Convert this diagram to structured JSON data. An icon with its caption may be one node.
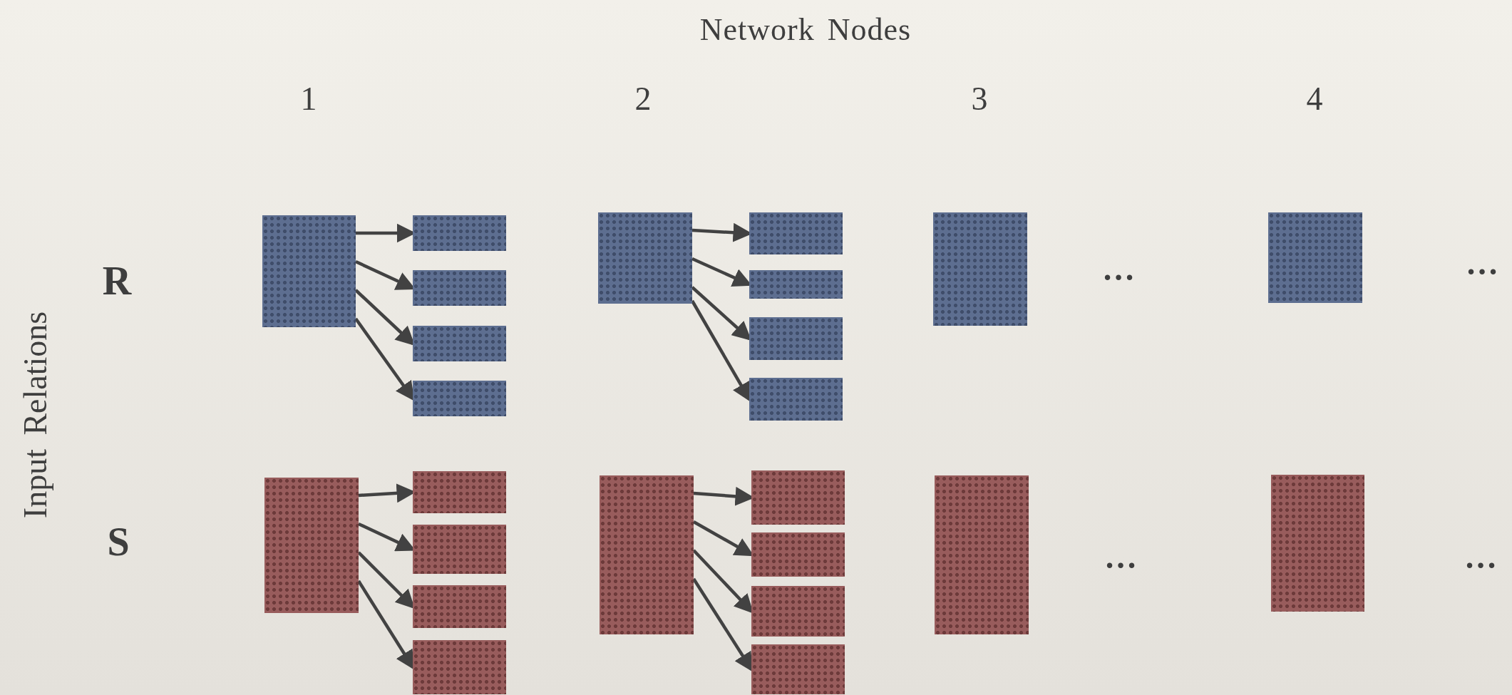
{
  "diagram": {
    "title": "Network Nodes",
    "nodes": [
      {
        "text": [],
        "shape": "box"
      },
      {
        "text": [],
        "shape": "box"
      },
      {
        "text": [],
        "shape": "box"
      },
      {
        "text": [],
        "shape": "box"
      },
      {
        "text": [],
        "shape": "box"
      },
      {
        "text": [],
        "shape": "box"
      },
      {
        "text": [],
        "shape": "box"
      },
      {
        "text": [],
        "shape": "box"
      },
      {
        "text": [],
        "shape": "box"
      },
      {
        "text": [],
        "shape": "box"
      },
      {
        "text": [],
        "shape": "box"
      },
      {
        "text": [],
        "shape": "box"
      },
      {
        "text": [],
        "shape": "box"
      },
      {
        "text": [],
        "shape": "box"
      },
      {
        "text": [],
        "shape": "box"
      },
      {
        "text": [],
        "shape": "box"
      },
      {
        "text": [],
        "shape": "box"
      },
      {
        "text": [],
        "shape": "box"
      },
      {
        "text": [],
        "shape": "box"
      },
      {
        "text": [],
        "shape": "box"
      },
      {
        "text": [],
        "shape": "box"
      },
      {
        "text": [],
        "shape": "box"
      },
      {
        "text": [],
        "shape": "box"
      },
      {
        "text": [],
        "shape": "box"
      }
    ],
    "edges": [
      {
        "from": 0,
        "to": 1,
        "arrow": "to"
      },
      {
        "from": 0,
        "to": 2,
        "arrow": "to"
      },
      {
        "from": 0,
        "to": 3,
        "arrow": "to"
      },
      {
        "from": 0,
        "to": 4,
        "arrow": "to"
      },
      {
        "from": 5,
        "to": 6,
        "arrow": "to"
      },
      {
        "from": 5,
        "to": 7,
        "arrow": "to"
      },
      {
        "from": 5,
        "to": 8,
        "arrow": "to"
      },
      {
        "from": 5,
        "to": 9,
        "arrow": "to"
      },
      {
        "from": 12,
        "to": 13,
        "arrow": "to"
      },
      {
        "from": 12,
        "to": 14,
        "arrow": "to"
      },
      {
        "from": 12,
        "to": 15,
        "arrow": "to"
      },
      {
        "from": 12,
        "to": 16,
        "arrow": "to"
      },
      {
        "from": 17,
        "to": 18,
        "arrow": "to"
      },
      {
        "from": 17,
        "to": 19,
        "arrow": "to"
      },
      {
        "from": 17,
        "to": 20,
        "arrow": "to"
      },
      {
        "from": 17,
        "to": 21,
        "arrow": "to"
      }
    ],
    "labels": [
      "1",
      "2",
      "3",
      "4",
      "Input Relations",
      "R",
      "…",
      "…",
      "S",
      "…",
      "…"
    ]
  }
}
